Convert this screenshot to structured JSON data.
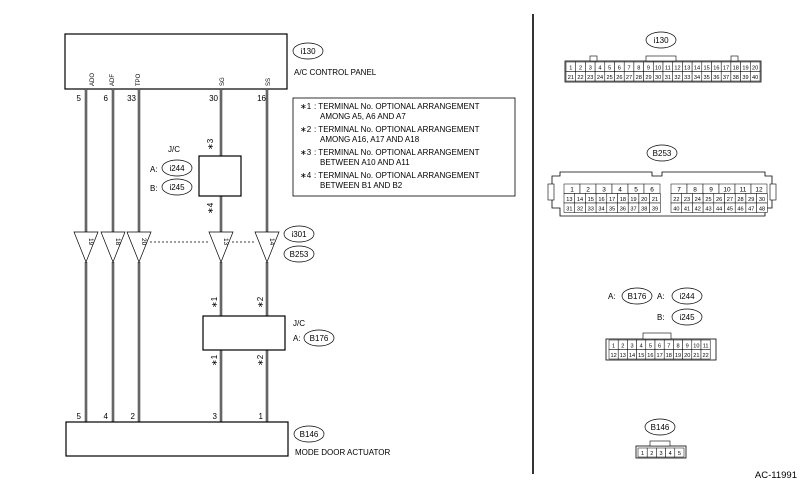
{
  "code": "AC-11991",
  "panel": {
    "connector": "i130",
    "name": "A/C CONTROL PANEL",
    "terminals": [
      {
        "sig": "ADO",
        "pin": "5"
      },
      {
        "sig": "ADF",
        "pin": "6"
      },
      {
        "sig": "TPO",
        "pin": "33"
      },
      {
        "sig": "SG",
        "pin": "30"
      },
      {
        "sig": "SS",
        "pin": "16"
      }
    ]
  },
  "jc_upper": {
    "title": "J/C",
    "a_label": "A:",
    "a_conn": "i244",
    "b_label": "B:",
    "b_conn": "i245",
    "mark_top": "∗3",
    "mark_bottom": "∗4"
  },
  "jc_lower": {
    "title": "J/C",
    "a_label": "A:",
    "a_conn": "B176",
    "marks": [
      "∗1",
      "∗2",
      "∗1",
      "∗2"
    ]
  },
  "inline": {
    "top": "i301",
    "bottom": "B253",
    "pins": [
      "19",
      "18",
      "20",
      "13",
      "14"
    ]
  },
  "actuator": {
    "connector": "B146",
    "name": "MODE DOOR ACTUATOR",
    "pins": [
      "5",
      "4",
      "2",
      "3",
      "1"
    ]
  },
  "notes": [
    {
      "mark": "∗1",
      "line1": ": TERMINAL No. OPTIONAL ARRANGEMENT",
      "line2": "AMONG A5, A6 AND A7"
    },
    {
      "mark": "∗2",
      "line1": ": TERMINAL No. OPTIONAL ARRANGEMENT",
      "line2": "AMONG A16, A17 AND A18"
    },
    {
      "mark": "∗3",
      "line1": ": TERMINAL No. OPTIONAL ARRANGEMENT",
      "line2": "BETWEEN A10 AND A11"
    },
    {
      "mark": "∗4",
      "line1": ": TERMINAL No. OPTIONAL ARRANGEMENT",
      "line2": "BETWEEN B1 AND B2"
    }
  ],
  "connectors": {
    "i130": {
      "label": "i130"
    },
    "b253": {
      "label": "B253"
    },
    "b176": {
      "label1": "A:",
      "conn1": "B176",
      "label2": "A:",
      "conn2": "i244",
      "label3": "B:",
      "conn3": "i245"
    },
    "b146": {
      "label": "B146"
    }
  }
}
